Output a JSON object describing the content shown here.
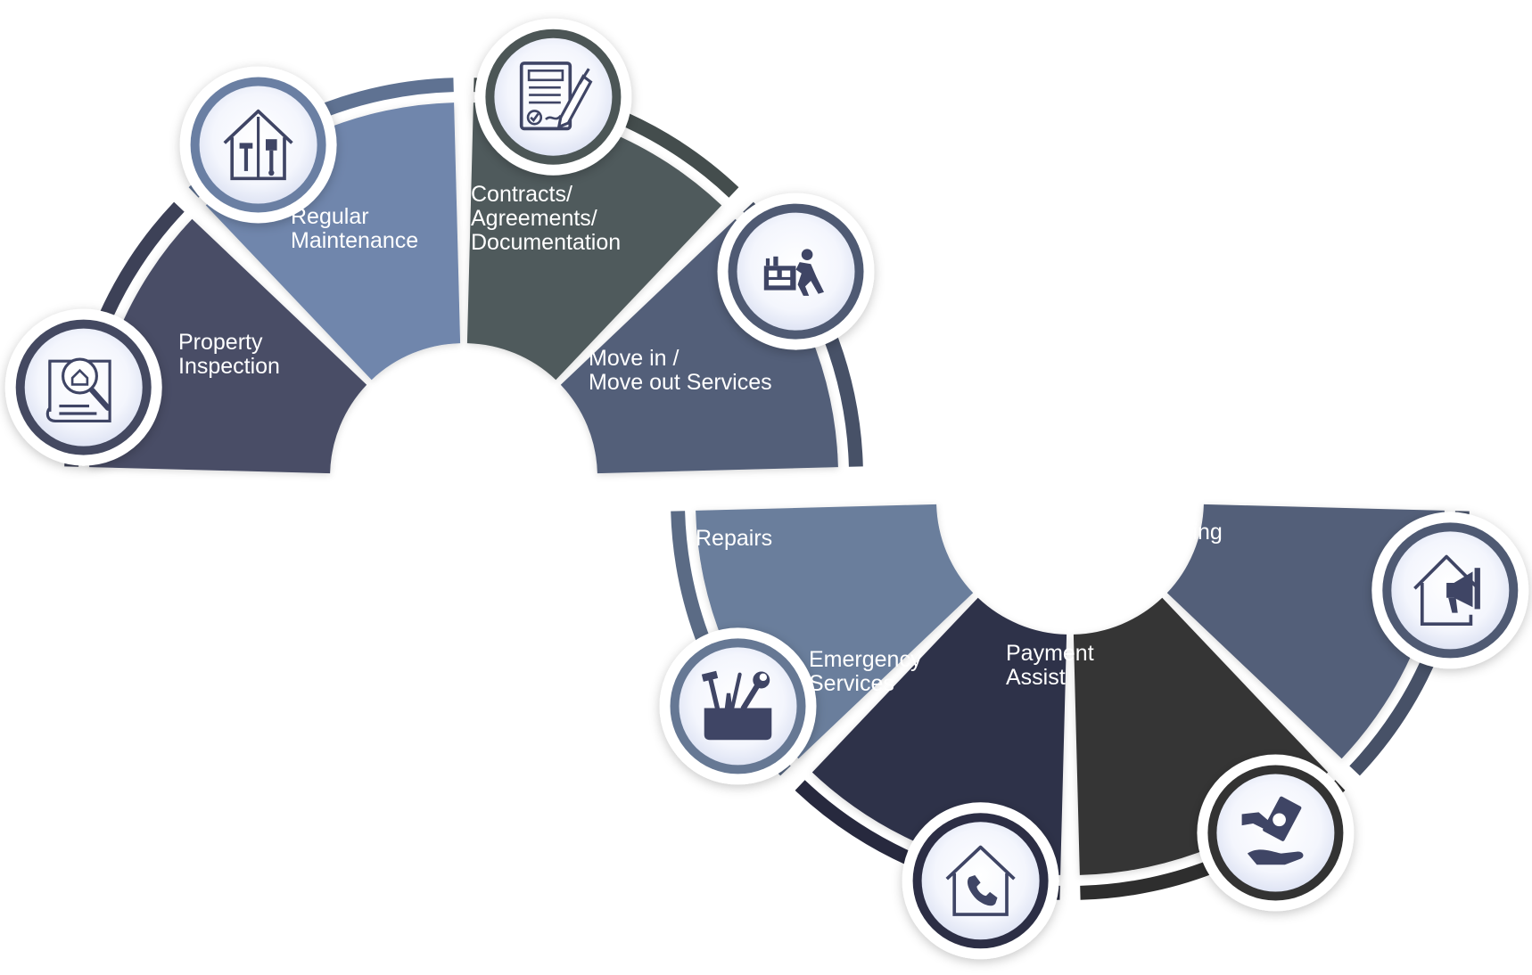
{
  "segments": [
    {
      "id": "property-inspection",
      "label_lines": [
        "Property",
        "Inspection"
      ],
      "icon": "house-blueprint-search-icon",
      "color": "#484d66"
    },
    {
      "id": "regular-maintenance",
      "label_lines": [
        "Regular",
        "Maintenance"
      ],
      "icon": "house-tools-icon",
      "color": "#7086ac"
    },
    {
      "id": "contracts",
      "label_lines": [
        "Contracts/",
        "Agreements/",
        "Documentation"
      ],
      "icon": "contract-signing-icon",
      "color": "#505a5b"
    },
    {
      "id": "move-in-out",
      "label_lines": [
        "Move in /",
        "Move out Services"
      ],
      "icon": "moving-furniture-icon",
      "color": "#535f79"
    },
    {
      "id": "repairs",
      "label_lines": [
        "Repairs"
      ],
      "icon": "toolbox-icon",
      "color": "#6b7e9c"
    },
    {
      "id": "emergency-services",
      "label_lines": [
        "Emergency",
        "Services"
      ],
      "icon": "house-phone-icon",
      "color": "#2e3049"
    },
    {
      "id": "payment-assist",
      "label_lines": [
        "Payment",
        "Assist"
      ],
      "icon": "hand-money-icon",
      "color": "#363636"
    },
    {
      "id": "marketing",
      "label_lines": [
        "Marketing"
      ],
      "icon": "house-megaphone-icon",
      "color": "#535f79"
    }
  ],
  "colors": {
    "icon_ring_outer": "#ffffff",
    "icon_stroke": "#3f4565",
    "background": "#ffffff"
  }
}
